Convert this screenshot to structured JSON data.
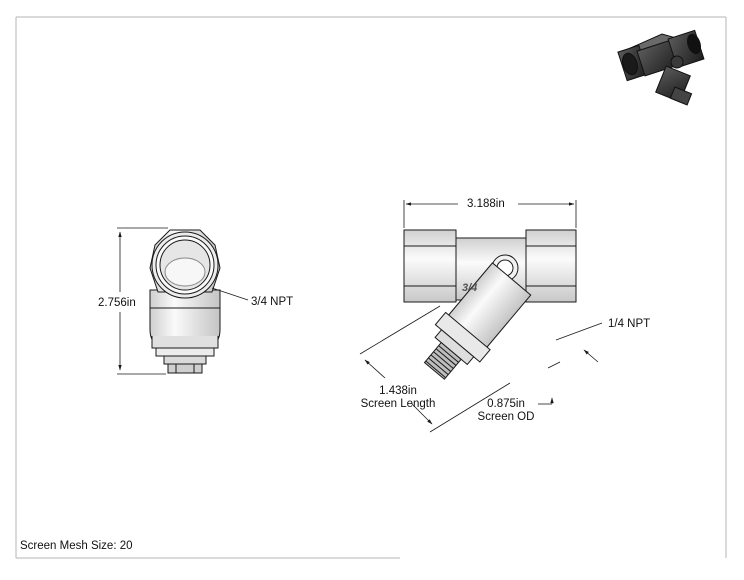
{
  "drawing": {
    "overall_length": "3.188in",
    "overall_height": "2.756in",
    "main_port": "3/4 NPT",
    "body_marking": "3/4",
    "drain_port": "1/4 NPT",
    "screen_length_value": "1.438in",
    "screen_length_caption": "Screen Length",
    "screen_od_value": "0.875in",
    "screen_od_caption": "Screen OD",
    "mesh_note": "Screen Mesh Size: 20"
  },
  "colors": {
    "line": "#1a1a1a",
    "part_fill": "#f4f4f4",
    "shade": "#d6d6d6",
    "iso_dark": "#2b2b2b"
  },
  "icons": {
    "iso_view": "isometric-strainer-render"
  }
}
